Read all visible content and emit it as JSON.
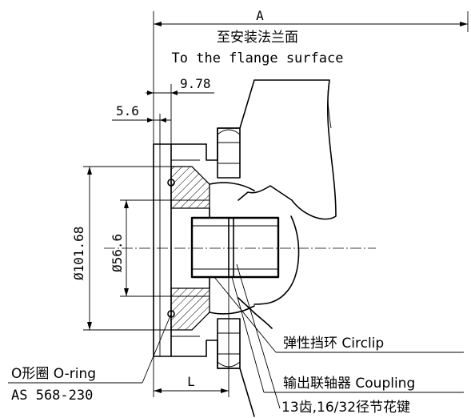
{
  "labels": {
    "dim_a": "A",
    "flange_cn": "至安装法兰面",
    "flange_en": "To the flange surface",
    "dim_978": "9.78",
    "dim_56": "5.6",
    "dim_101": "Ø101.68",
    "dim_566": "Ø56.6",
    "dim_l": "L",
    "oring_line1": "O形圈 O-ring",
    "oring_line2": "AS 568-230",
    "circlip": "弹性挡环 Circlip",
    "coupling": "输出联轴器 Coupling",
    "spline": "13齿,16/32径节花键"
  }
}
